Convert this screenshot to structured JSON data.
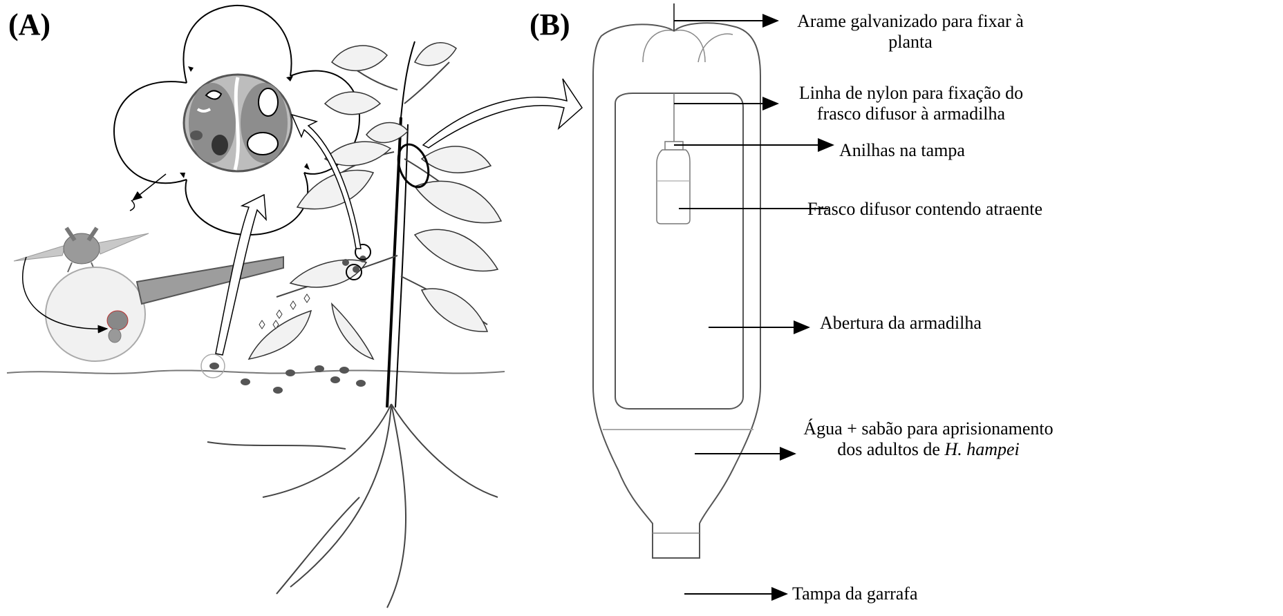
{
  "panels": {
    "a_label": "(A)",
    "b_label": "(B)"
  },
  "trap_labels": {
    "wire": {
      "line1": "Arame galvanizado para fixar à",
      "line2": "planta"
    },
    "nylon": {
      "line1": "Linha de nylon para fixação do",
      "line2": "frasco difusor à armadilha"
    },
    "rings": {
      "line1": "Anilhas na tampa"
    },
    "diffuser": {
      "line1": "Frasco difusor contendo atraente"
    },
    "opening": {
      "line1": "Abertura da armadilha"
    },
    "water": {
      "line1": "Água + sabão para aprisionamento",
      "line2_prefix": "dos adultos de ",
      "line2_italic": "H. hampei"
    },
    "cap": {
      "line1": "Tampa da garrafa"
    }
  },
  "icons": {
    "life_cycle": "coffee-berry-section-icon",
    "adult_beetle": "flying-beetle-icon",
    "infested_berry": "bored-berry-icon",
    "plant": "coffee-plant-icon",
    "trap": "bottle-trap-icon"
  },
  "colors": {
    "ink": "#000000",
    "berry_fill": "#9a9a9a",
    "leaf_fill": "#f2f2f2"
  }
}
